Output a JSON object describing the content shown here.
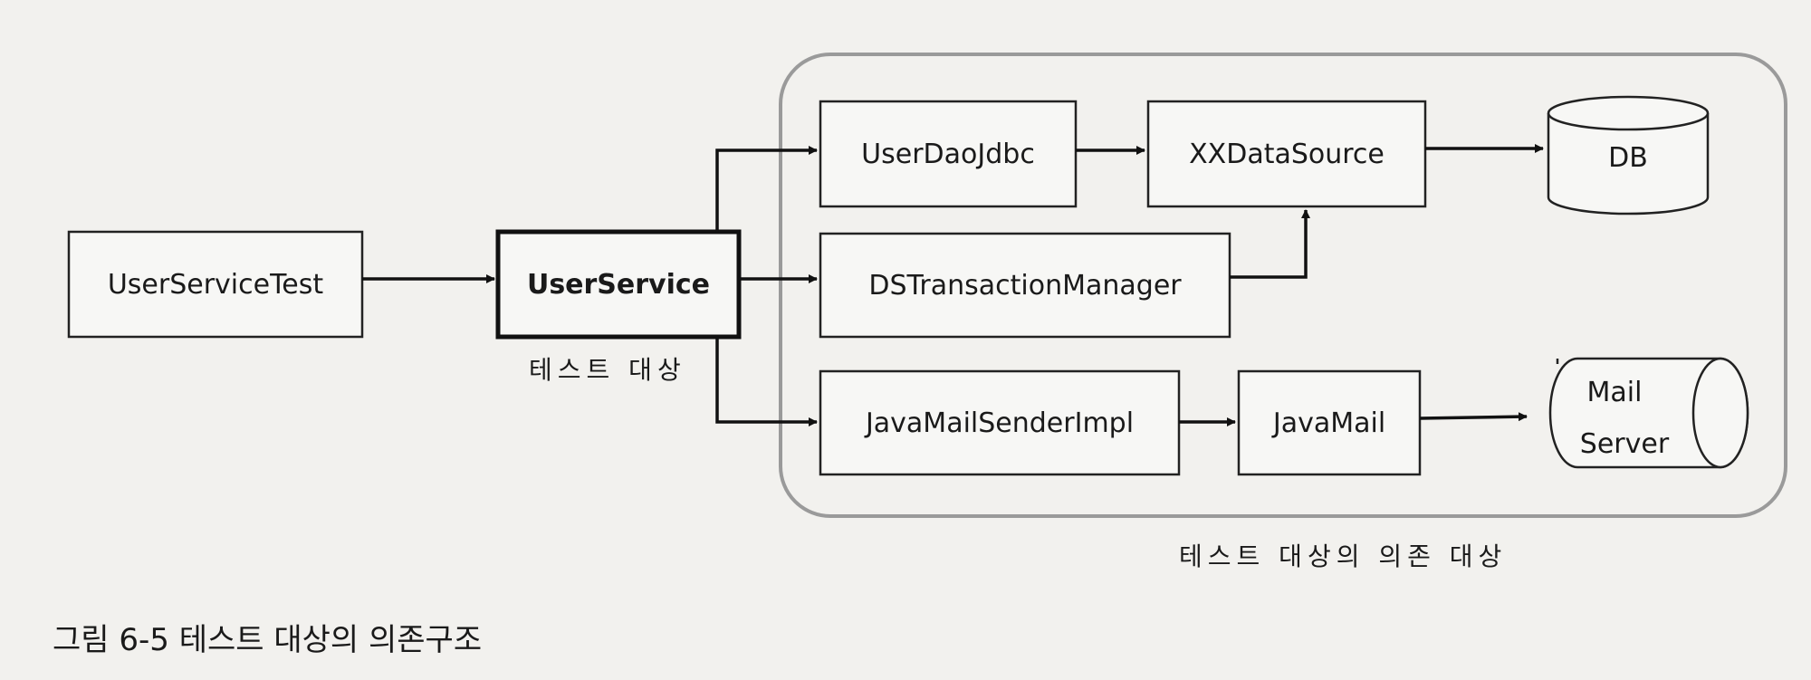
{
  "nodes": {
    "user_service_test": "UserServiceTest",
    "user_service": "UserService",
    "user_dao_jdbc": "UserDaoJdbc",
    "xx_data_source": "XXDataSource",
    "db": "DB",
    "ds_transaction_manager": "DSTransactionManager",
    "java_mail_sender_impl": "JavaMailSenderImpl",
    "java_mail": "JavaMail",
    "mail_server_line1": "Mail",
    "mail_server_line2": "Server"
  },
  "labels": {
    "test_target": "테스트 대상",
    "test_target_dependencies": "테스트 대상의 의존 대상"
  },
  "caption": "그림 6-5 테스트 대상의 의존구조"
}
